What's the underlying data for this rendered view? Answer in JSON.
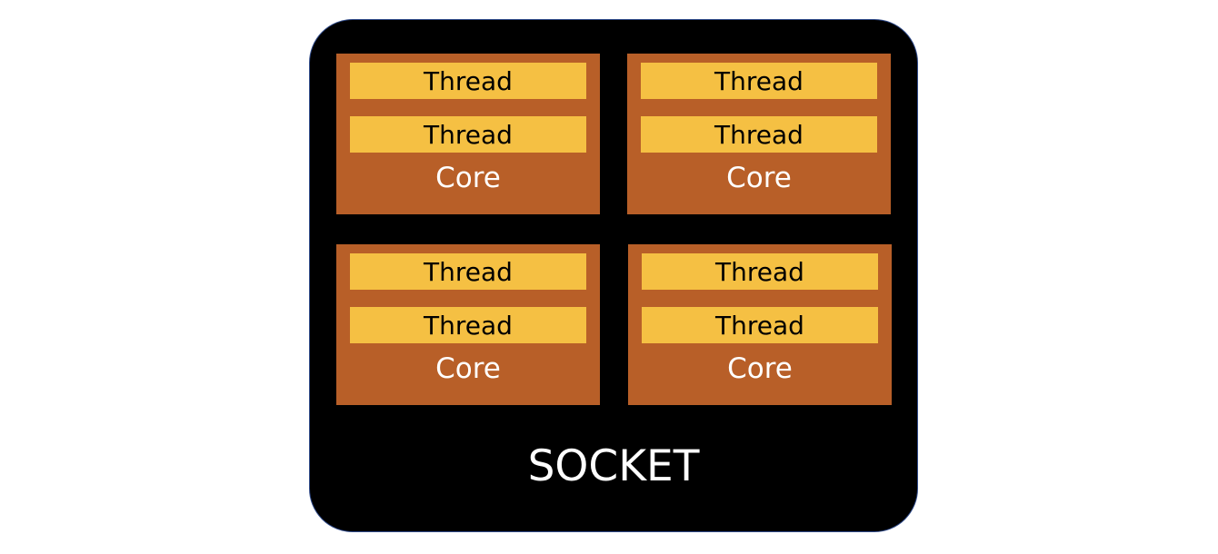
{
  "socket": {
    "label": "SOCKET",
    "background_color": "#000000",
    "border_color": "#2f4a8a"
  },
  "colors": {
    "core": "#b85f28",
    "thread": "#f5c043"
  },
  "cores": [
    {
      "label": "Core",
      "threads": [
        "Thread",
        "Thread"
      ]
    },
    {
      "label": "Core",
      "threads": [
        "Thread",
        "Thread"
      ]
    },
    {
      "label": "Core",
      "threads": [
        "Thread",
        "Thread"
      ]
    },
    {
      "label": "Core",
      "threads": [
        "Thread",
        "Thread"
      ]
    }
  ]
}
